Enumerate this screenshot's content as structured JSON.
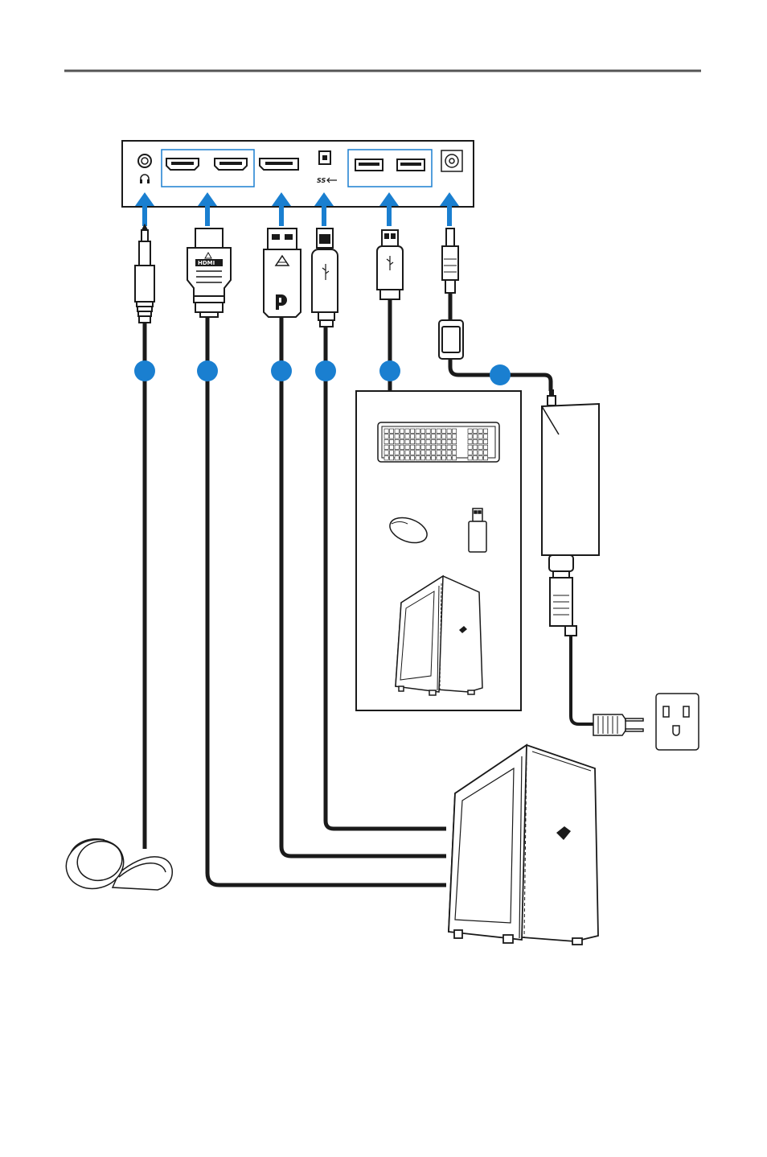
{
  "ports": [
    {
      "id": "audio-out",
      "icon": "headphone-icon"
    },
    {
      "id": "hdmi-1",
      "icon": "hdmi-port-icon"
    },
    {
      "id": "hdmi-2",
      "icon": "hdmi-port-icon"
    },
    {
      "id": "displayport",
      "icon": "displayport-port-icon"
    },
    {
      "id": "usb-upstream",
      "icon": "usb-b-port-icon",
      "label": "SS"
    },
    {
      "id": "usb-downstream-1",
      "icon": "usb-a-port-icon"
    },
    {
      "id": "usb-downstream-2",
      "icon": "usb-a-port-icon"
    },
    {
      "id": "dc-in",
      "icon": "dc-jack-icon"
    }
  ],
  "connectors": [
    {
      "id": "audio-plug",
      "icon": "audio-jack-icon"
    },
    {
      "id": "hdmi-plug",
      "icon": "hdmi-connector-icon",
      "label": "HDMI"
    },
    {
      "id": "dp-plug",
      "icon": "displayport-connector-icon"
    },
    {
      "id": "usb-b-plug",
      "icon": "usb-b-connector-icon"
    },
    {
      "id": "usb-a-plug",
      "icon": "usb-a-connector-icon"
    },
    {
      "id": "dc-plug",
      "icon": "dc-plug-icon"
    }
  ],
  "devices": [
    "headphones",
    "pc-tower",
    "keyboard",
    "mouse",
    "usb-flash-drive",
    "small-pc-tower",
    "power-adapter",
    "wall-outlet"
  ],
  "colors": {
    "accent": "#1a7fd0",
    "line": "#1a1a1a",
    "rule": "#555555"
  }
}
